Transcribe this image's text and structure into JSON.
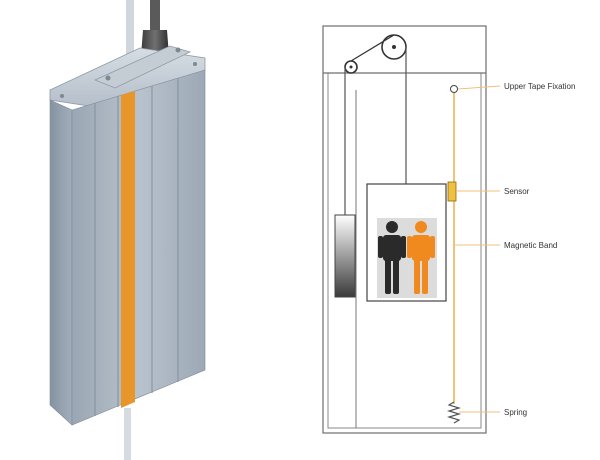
{
  "labels": {
    "upper_tape_fixation": "Upper Tape Fixation",
    "sensor": "Sensor",
    "magnetic_band": "Magnetic Band",
    "spring": "Spring"
  },
  "colors": {
    "tape": "#e8952a",
    "band_line": "#f0c27a",
    "sensor": "#f0c040",
    "person_dark": "#2a2a2a",
    "person_orange": "#f08a1e",
    "housing": "#a9b5c2",
    "shaft_line": "#7a7a7a"
  }
}
